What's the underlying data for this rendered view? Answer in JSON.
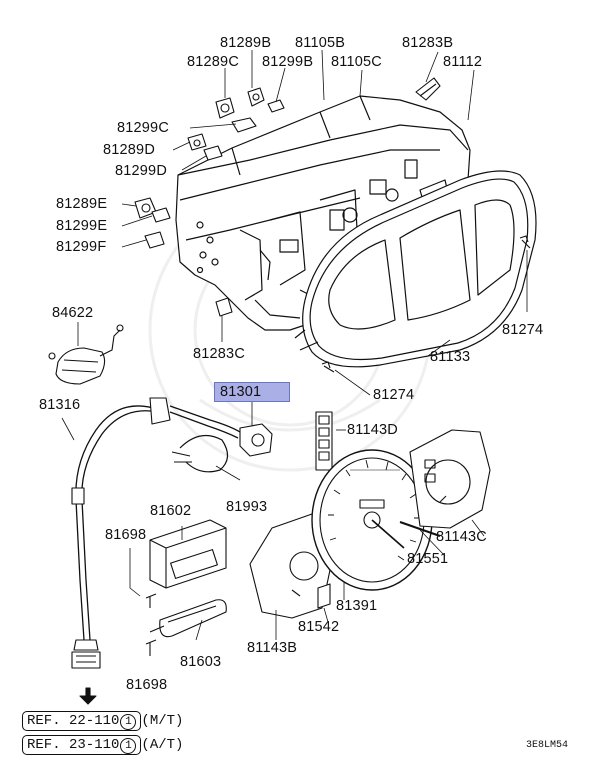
{
  "callouts": [
    {
      "id": "81289B",
      "text": "81289B"
    },
    {
      "id": "81105B",
      "text": "81105B"
    },
    {
      "id": "81283B",
      "text": "81283B"
    },
    {
      "id": "81289C",
      "text": "81289C"
    },
    {
      "id": "81299B",
      "text": "81299B"
    },
    {
      "id": "81105C",
      "text": "81105C"
    },
    {
      "id": "81112",
      "text": "81112"
    },
    {
      "id": "81299C",
      "text": "81299C"
    },
    {
      "id": "81289D",
      "text": "81289D"
    },
    {
      "id": "81299D",
      "text": "81299D"
    },
    {
      "id": "81289E",
      "text": "81289E"
    },
    {
      "id": "81299E",
      "text": "81299E"
    },
    {
      "id": "81299F",
      "text": "81299F"
    },
    {
      "id": "84622",
      "text": "84622"
    },
    {
      "id": "81274a",
      "text": "81274"
    },
    {
      "id": "81283C",
      "text": "81283C"
    },
    {
      "id": "81133",
      "text": "81133"
    },
    {
      "id": "81301",
      "text": "81301"
    },
    {
      "id": "81316",
      "text": "81316"
    },
    {
      "id": "81274b",
      "text": "81274"
    },
    {
      "id": "81143D",
      "text": "81143D"
    },
    {
      "id": "81993",
      "text": "81993"
    },
    {
      "id": "81602",
      "text": "81602"
    },
    {
      "id": "81143C",
      "text": "81143C"
    },
    {
      "id": "81698a",
      "text": "81698"
    },
    {
      "id": "81551",
      "text": "81551"
    },
    {
      "id": "81391",
      "text": "81391"
    },
    {
      "id": "81542",
      "text": "81542"
    },
    {
      "id": "81603",
      "text": "81603"
    },
    {
      "id": "81143B",
      "text": "81143B"
    },
    {
      "id": "81698b",
      "text": "81698"
    }
  ],
  "references": [
    {
      "label": "REF. 22-110",
      "num": "1",
      "suffix": "(M/T)"
    },
    {
      "label": "REF. 23-110",
      "num": "1",
      "suffix": "(A/T)"
    }
  ],
  "diagram_code": "3E8LM54"
}
